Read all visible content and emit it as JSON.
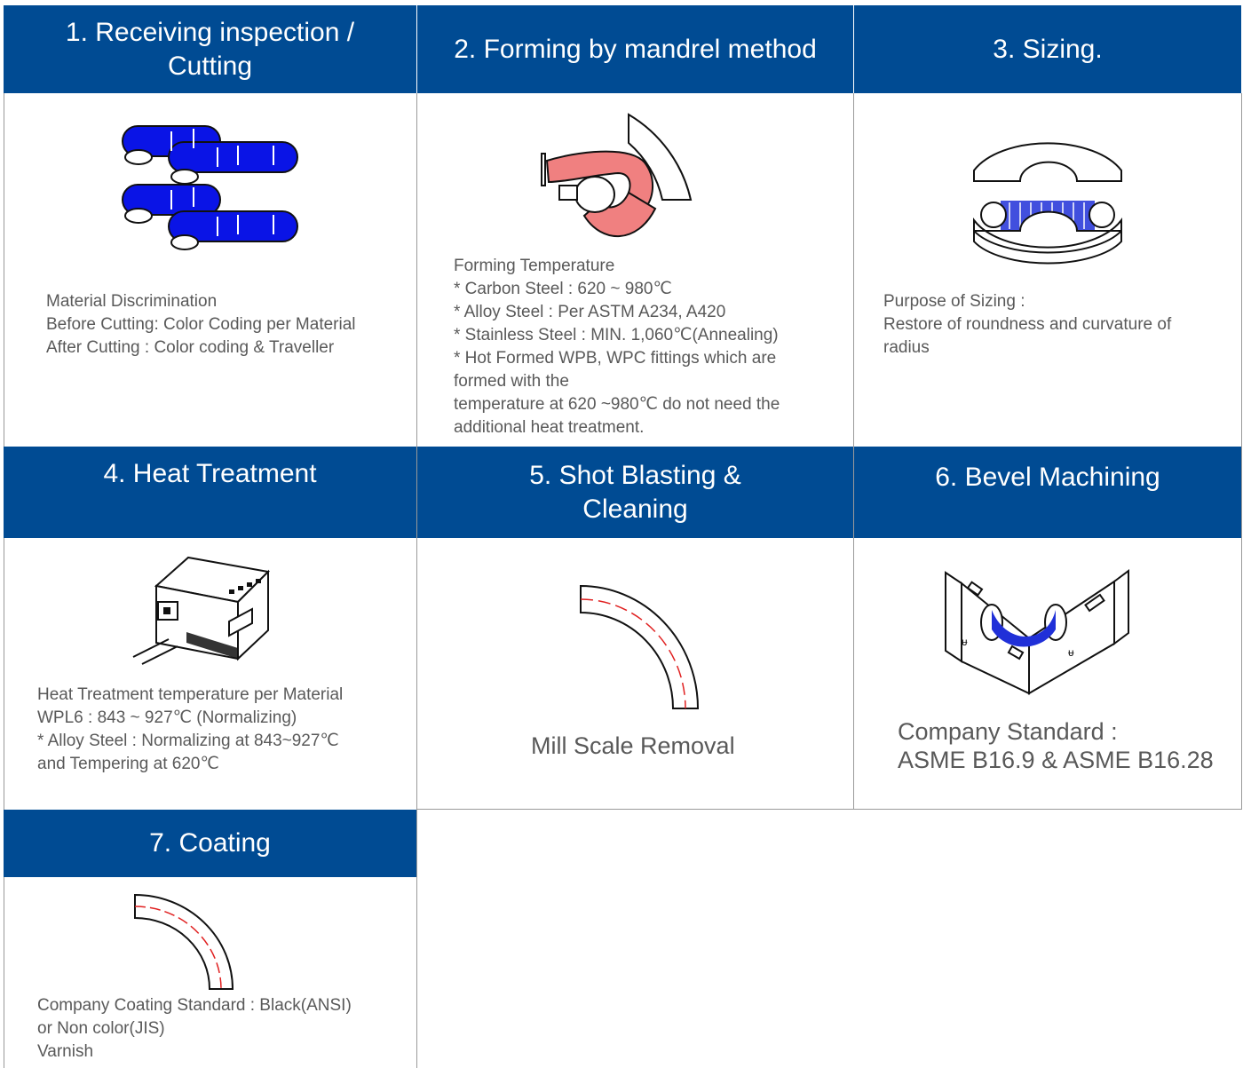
{
  "colors": {
    "header_bg": "#004b93",
    "header_text": "#ffffff",
    "body_text": "#595959",
    "pipe_blue": "#0a14e6",
    "form_red": "#f08080"
  },
  "steps": [
    {
      "title_lines": [
        "1. Receiving inspection /",
        "Cutting"
      ],
      "icon": "cut-pipes-icon",
      "desc_lines": [
        "Material Discrimination",
        "Before Cutting: Color Coding per Material",
        "After Cutting : Color coding & Traveller"
      ]
    },
    {
      "title_lines": [
        "2. Forming by mandrel method"
      ],
      "icon": "mandrel-forming-icon",
      "desc_lines": [
        "Forming Temperature",
        "* Carbon Steel : 620 ~ 980℃",
        "* Alloy Steel : Per ASTM A234, A420",
        "* Stainless Steel : MIN. 1,060℃(Annealing)",
        "* Hot Formed WPB, WPC fittings which are",
        "formed with the",
        "temperature at 620 ~980℃ do not need the",
        "additional heat treatment."
      ]
    },
    {
      "title_lines": [
        "3. Sizing."
      ],
      "icon": "sizing-die-icon",
      "desc_lines": [
        "Purpose of Sizing :",
        "Restore of roundness and curvature of",
        "radius"
      ]
    },
    {
      "title_lines": [
        "4. Heat Treatment"
      ],
      "icon": "furnace-icon",
      "desc_lines": [
        "Heat Treatment temperature per Material",
        "WPL6 : 843 ~ 927℃ (Normalizing)",
        "* Alloy Steel : Normalizing at 843~927℃",
        "and Tempering at 620℃"
      ]
    },
    {
      "title_lines": [
        "5. Shot Blasting &",
        "Cleaning"
      ],
      "icon": "elbow-icon",
      "desc_lines": [
        "Mill Scale Removal"
      ]
    },
    {
      "title_lines": [
        "6. Bevel Machining"
      ],
      "icon": "bevel-machine-icon",
      "desc_lines": [
        "Company Standard :",
        "ASME B16.9 & ASME B16.28"
      ]
    },
    {
      "title_lines": [
        "7. Coating"
      ],
      "icon": "coated-elbow-icon",
      "desc_lines": [
        "Company Coating Standard : Black(ANSI)",
        "or Non color(JIS)",
        "Varnish"
      ]
    }
  ]
}
